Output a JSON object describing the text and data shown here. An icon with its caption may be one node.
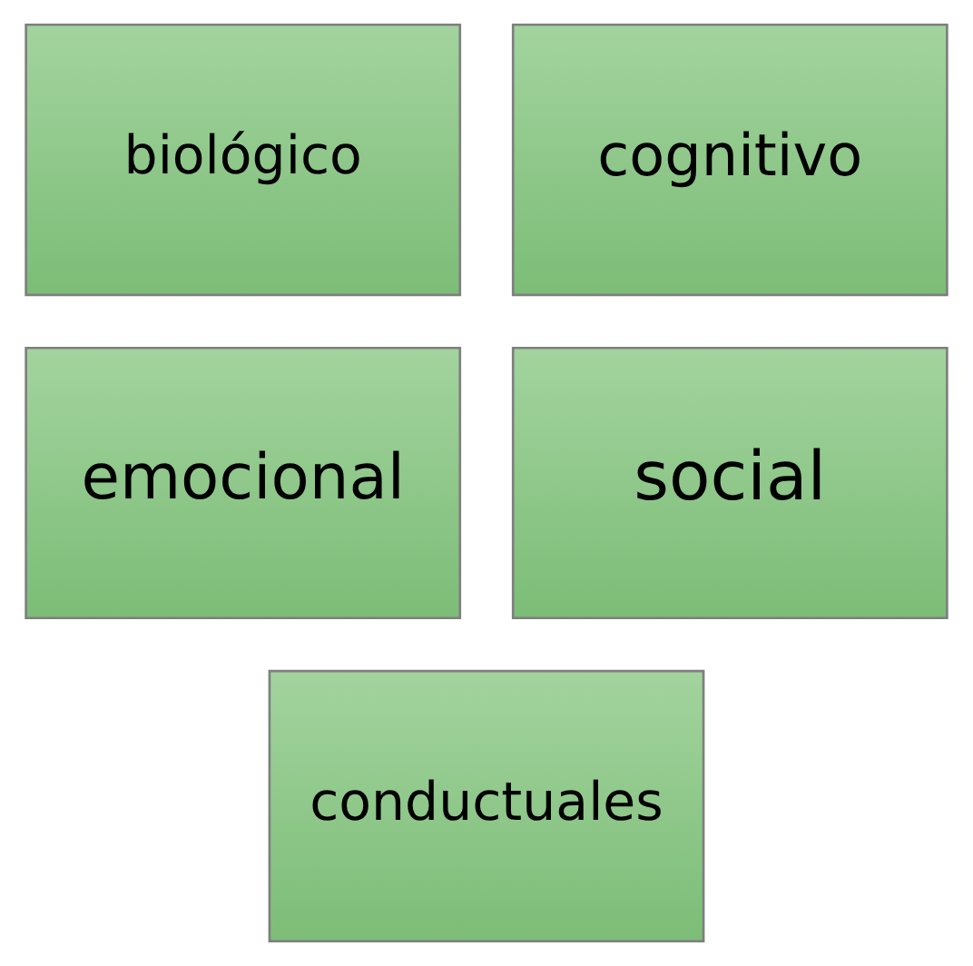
{
  "diagram": {
    "nodes": [
      {
        "text": [
          "biológico"
        ]
      },
      {
        "text": [
          "cognitivo"
        ]
      },
      {
        "text": [
          "emocional"
        ]
      },
      {
        "text": [
          "social"
        ]
      },
      {
        "text": [
          "conductuales"
        ]
      }
    ]
  }
}
